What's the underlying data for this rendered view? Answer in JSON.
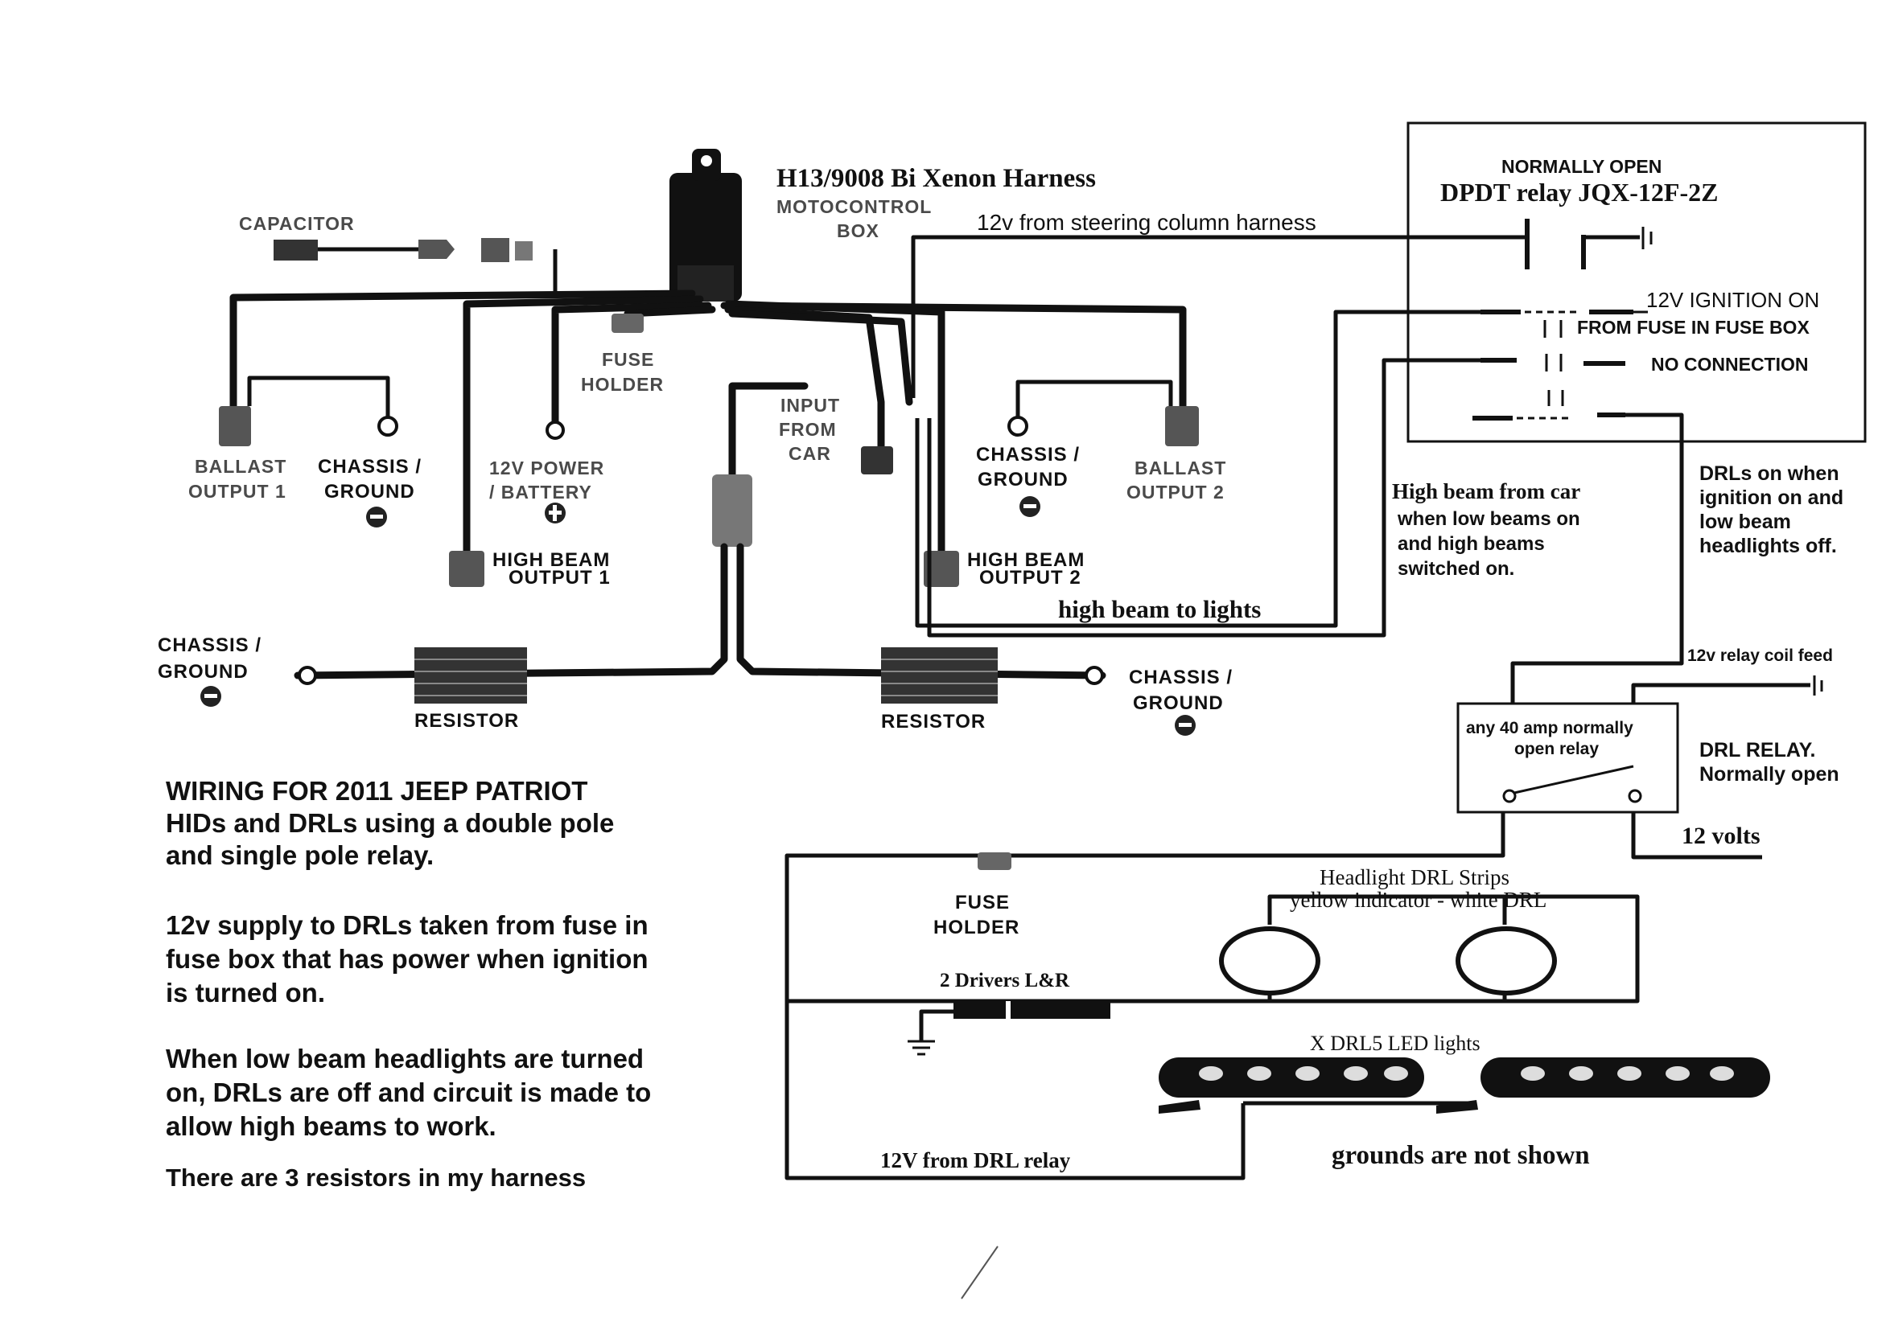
{
  "harness": {
    "title": "H13/9008 Bi Xenon Harness",
    "moto_line1": "MOTOCONTROL",
    "moto_line2": "BOX",
    "capacitor": "CAPACITOR",
    "fuse_line1": "FUSE",
    "fuse_line2": "HOLDER",
    "input_line1": "INPUT",
    "input_line2": "FROM",
    "input_line3": "CAR",
    "ballast1_line1": "BALLAST",
    "ballast1_line2": "OUTPUT 1",
    "chassis1_line1": "CHASSIS /",
    "chassis1_line2": "GROUND",
    "power_line1": "12V POWER",
    "power_line2": "/ BATTERY",
    "highbeam1_line1": "HIGH BEAM",
    "highbeam1_line2": "OUTPUT 1",
    "chassis2_line1": "CHASSIS /",
    "chassis2_line2": "GROUND",
    "ballast2_line1": "BALLAST",
    "ballast2_line2": "OUTPUT 2",
    "highbeam2_line1": "HIGH BEAM",
    "highbeam2_line2": "OUTPUT 2",
    "chassis3_line1": "CHASSIS /",
    "chassis3_line2": "GROUND",
    "resistor1": "RESISTOR",
    "resistor2": "RESISTOR",
    "chassis4_line1": "CHASSIS /",
    "chassis4_line2": "GROUND"
  },
  "annotations": {
    "steering": "12v from steering column harness",
    "high_beam_to_lights": "high beam to lights",
    "high_beam_from_car": "High beam from car",
    "hb_line2": "when low beams on",
    "hb_line3": "and high beams",
    "hb_line4": "switched on."
  },
  "dpdt": {
    "line1": "NORMALLY OPEN",
    "line2": "DPDT relay JQX-12F-2Z",
    "ignition": "12V IGNITION ON",
    "from_fuse": "FROM FUSE IN FUSE BOX",
    "no_connection": "NO CONNECTION"
  },
  "drl": {
    "drls_on_line1": "DRLs on when",
    "drls_on_line2": "ignition on and",
    "drls_on_line3": "low beam",
    "drls_on_line4": "headlights off.",
    "coil_feed": "12v relay coil feed",
    "relay_inner_line1": "any 40 amp normally",
    "relay_inner_line2": "open relay",
    "relay_line1": "DRL RELAY.",
    "relay_line2": "Normally open",
    "twelve_volts": "12 volts",
    "fuse_line1": "FUSE",
    "fuse_line2": "HOLDER",
    "strips_line1": "Headlight DRL Strips",
    "strips_line2": "yellow indicator - white DRL",
    "drivers": "2 Drivers L&R",
    "led_lights": "X DRL5 LED lights",
    "from_relay": "12V from DRL relay",
    "grounds": "grounds are not shown"
  },
  "notes": {
    "title_line1": "WIRING FOR 2011 JEEP PATRIOT",
    "title_line2": "HIDs and DRLs using a double pole",
    "title_line3": "and single pole relay.",
    "supply_line1": "12v supply to DRLs taken from fuse in",
    "supply_line2": "fuse box that has power when ignition",
    "supply_line3": "is turned on.",
    "low_line1": "When low beam headlights are turned",
    "low_line2": "on, DRLs are off and circuit is made to",
    "low_line3": "allow high beams to work.",
    "resistors": "There are 3 resistors in my harness"
  }
}
